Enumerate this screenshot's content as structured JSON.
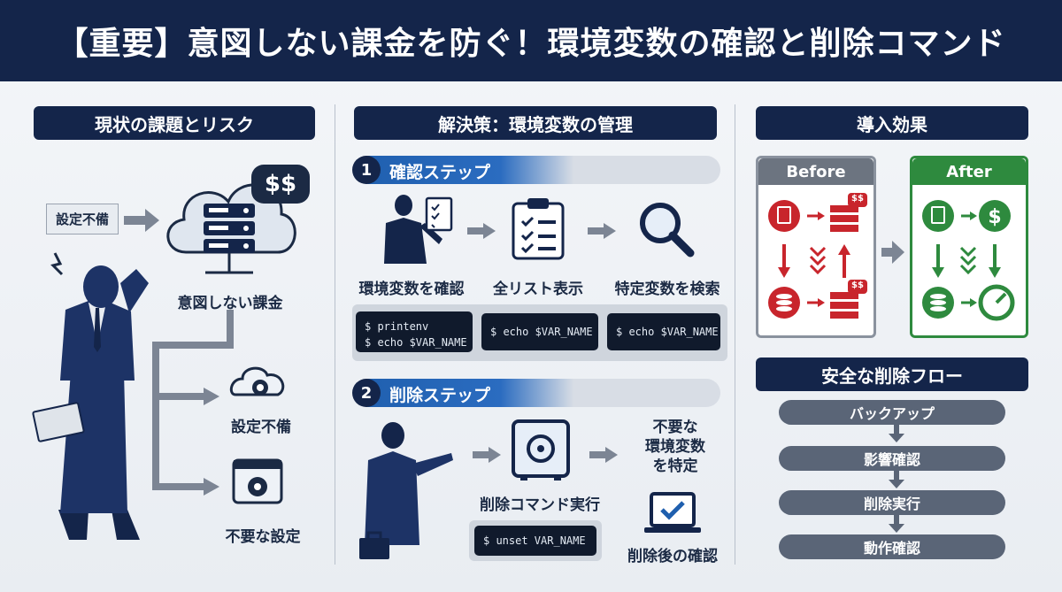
{
  "header": {
    "title": "【重要】意図しない課金を防ぐ！環境変数の確認と削除コマンド"
  },
  "left": {
    "heading": "現状の課題とリスク",
    "tag": "設定不備",
    "bubble": "$$",
    "cloud_label": "意図しない課金",
    "item1": "設定不備",
    "item2": "不要な設定"
  },
  "middle": {
    "heading": "解決策：環境変数の管理",
    "step1": {
      "num": "1",
      "title": "確認ステップ"
    },
    "step1_items": [
      "環境変数を確認",
      "全リスト表示",
      "特定変数を検索"
    ],
    "step1_cmds": [
      "$ printenv\n$ echo $VAR_NAME",
      "$ echo $VAR_NAME",
      "$ echo $VAR_NAME"
    ],
    "step2": {
      "num": "2",
      "title": "削除ステップ"
    },
    "step2_exec": "削除コマンド実行",
    "step2_target": "不要な\n環境変数\nを特定",
    "step2_cmd": "$ unset VAR_NAME",
    "step2_after": "削除後の確認"
  },
  "right": {
    "heading": "導入効果",
    "before": "Before",
    "after": "After",
    "before_badge": "$$",
    "flow_heading": "安全な削除フロー",
    "flow": [
      "バックアップ",
      "影響確認",
      "削除実行",
      "動作確認"
    ]
  },
  "colors": {
    "navy": "#14254a",
    "red": "#c8252c",
    "green": "#2e8a3e",
    "blue": "#1f5fae"
  }
}
